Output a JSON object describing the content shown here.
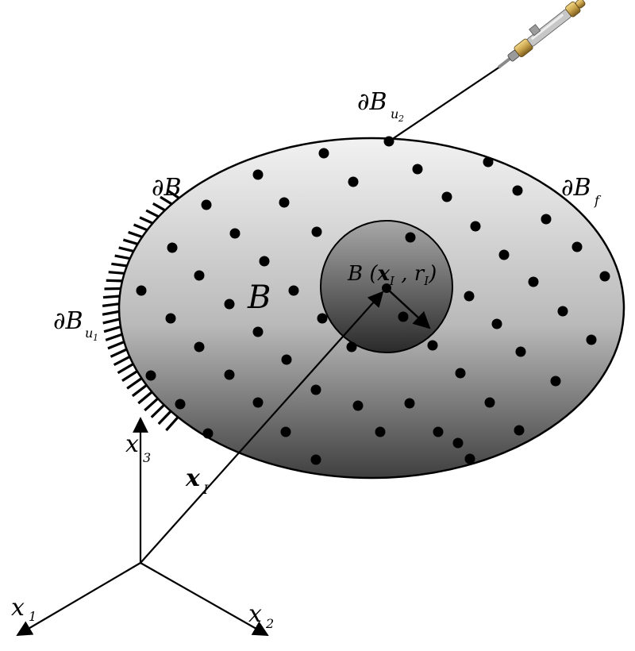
{
  "labels": {
    "boundary": "∂B",
    "boundary_u2": "∂B",
    "boundary_u2_sub": "u",
    "boundary_u2_subsub": "2",
    "boundary_f": "∂B",
    "boundary_f_sub": "f",
    "boundary_u1": "∂B",
    "boundary_u1_sub": "u",
    "boundary_u1_subsub": "1",
    "domain": "B",
    "subdomain_prefix": "B (",
    "subdomain_x": "x",
    "subdomain_x_sub": "I",
    "subdomain_sep": " , ",
    "subdomain_r": "r",
    "subdomain_r_sub": "I",
    "subdomain_suffix": ")",
    "position_vector": "x",
    "position_vector_sub": "I",
    "axis_x1": "x",
    "axis_x1_sub": "1",
    "axis_x2": "x",
    "axis_x2_sub": "2",
    "axis_x3": "x",
    "axis_x3_sub": "3"
  },
  "icons": {
    "probe": "syringe-probe-icon"
  },
  "colors": {
    "ink": "#000000",
    "body_light": "#ececec",
    "body_dark": "#4a4a4a",
    "sub_light": "#a0a0a0",
    "sub_dark": "#2e2e2e",
    "probe_brass": "#c9a24a"
  }
}
